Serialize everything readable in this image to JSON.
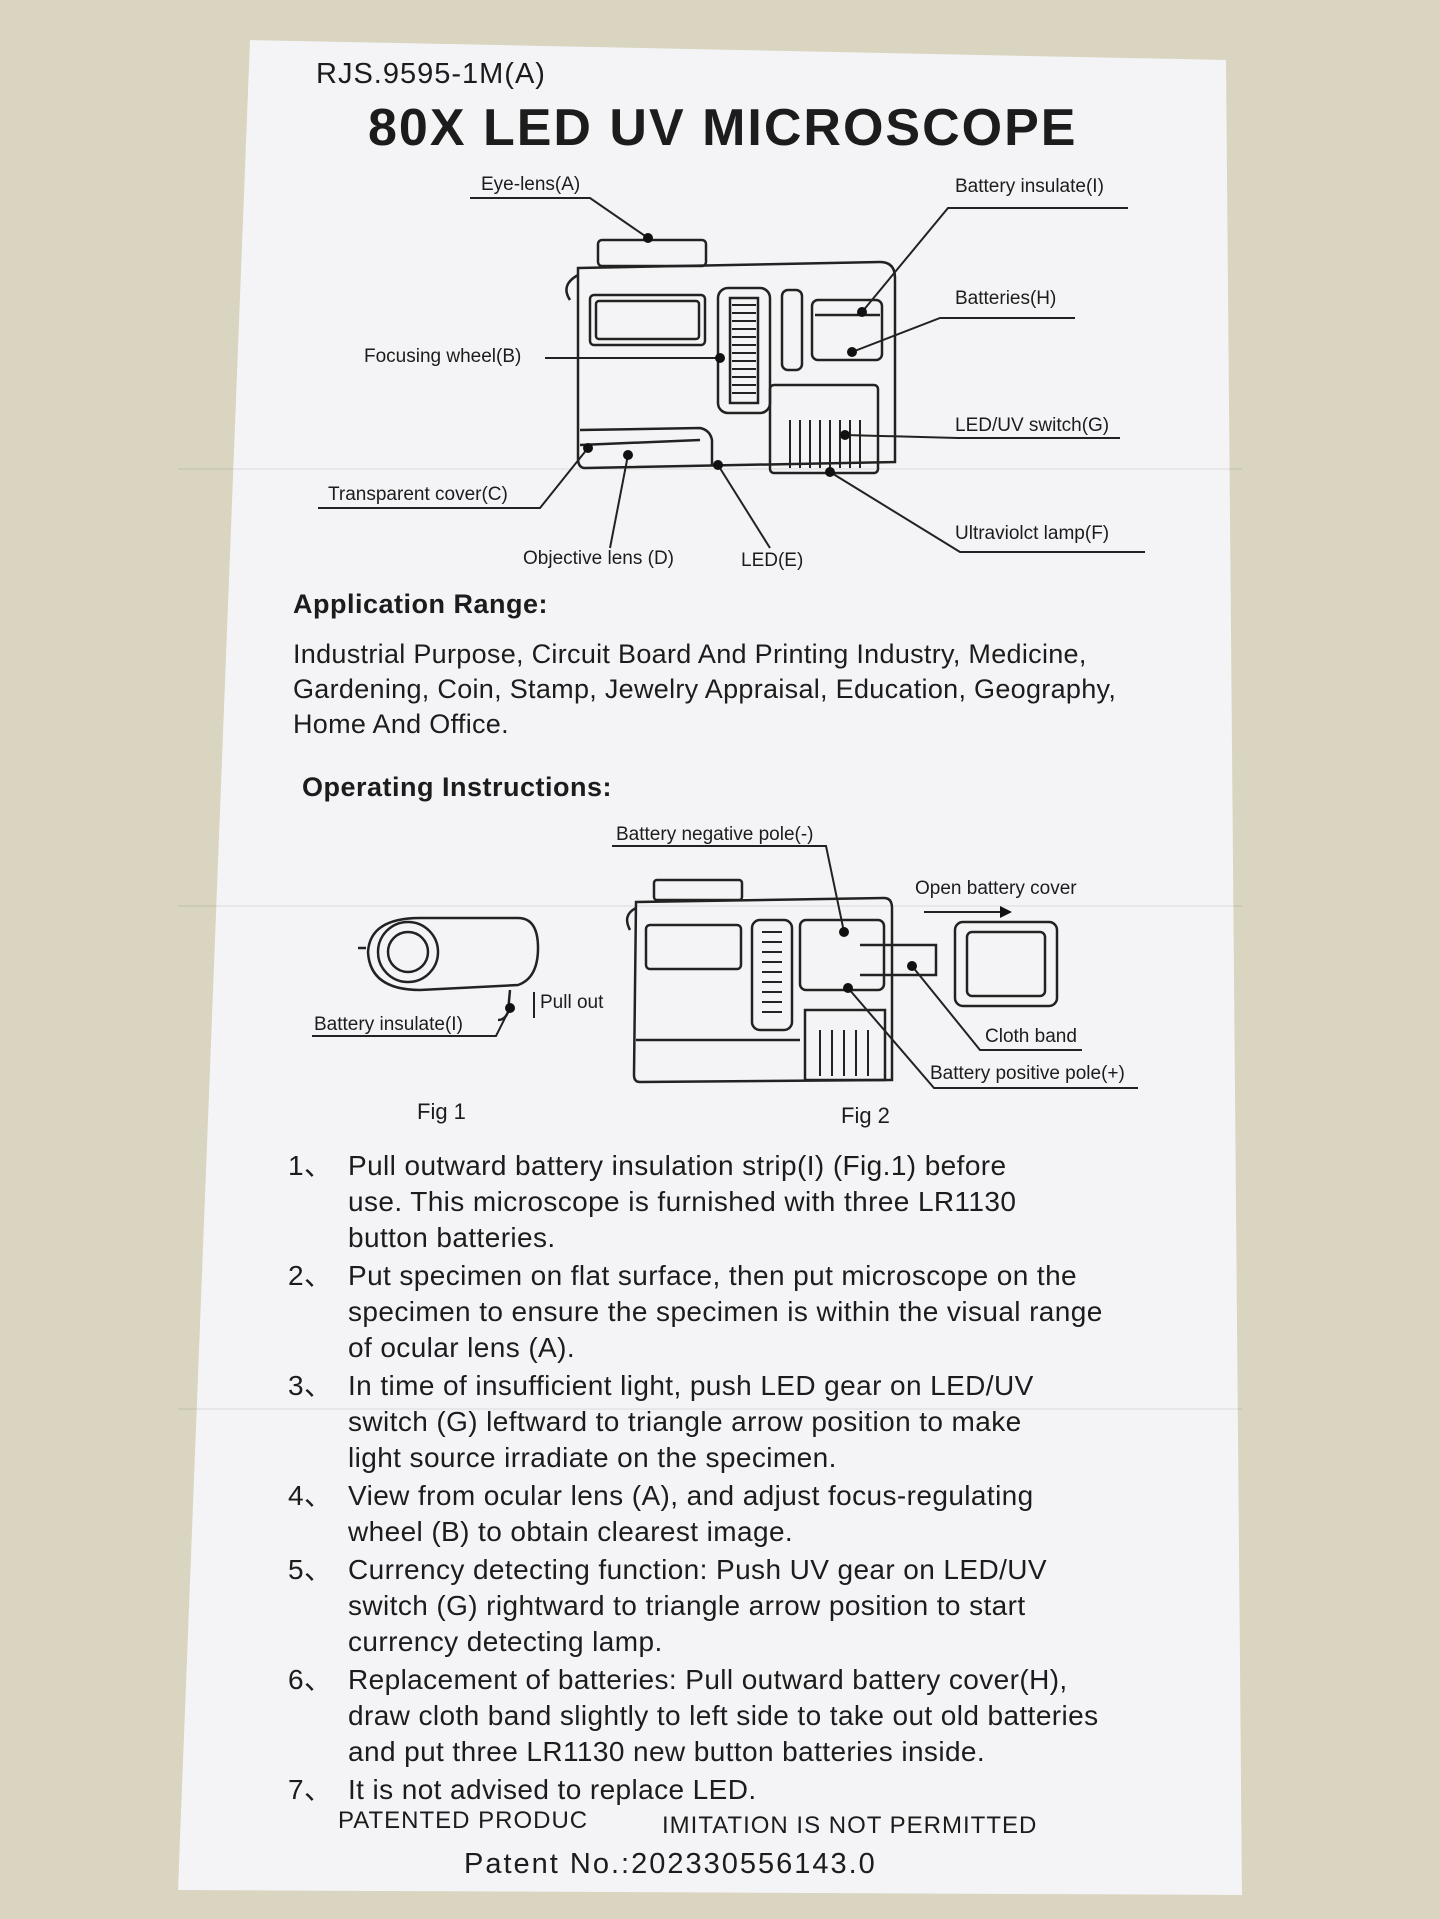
{
  "document": {
    "model": "RJS.9595-1M(A)",
    "title": "80X  LED UV  MICROSCOPE"
  },
  "diagram_top": {
    "labels": {
      "eye_lens": "Eye-lens(A)",
      "focusing_wheel": "Focusing wheel(B)",
      "transparent_cover": "Transparent cover(C)",
      "objective_lens": "Objective lens (D)",
      "led": "LED(E)",
      "uv_lamp": "Ultraviolct lamp(F)",
      "led_uv_switch": "LED/UV switch(G)",
      "batteries": "Batteries(H)",
      "battery_insulate": "Battery insulate(I)"
    }
  },
  "application": {
    "heading": "Application Range:",
    "lines": [
      "Industrial Purpose, Circuit Board And Printing Industry, Medicine,",
      "Gardening, Coin, Stamp, Jewelry Appraisal, Education, Geography,",
      "Home And Office."
    ]
  },
  "operating": {
    "heading": "Operating Instructions:",
    "fig1": {
      "battery_insulate": "Battery insulate(I)",
      "pull_out": "Pull out",
      "caption": "Fig 1"
    },
    "fig2": {
      "negative_pole": "Battery negative pole(-)",
      "open_cover": "Open battery cover",
      "cloth_band": "Cloth band",
      "positive_pole": "Battery positive pole(+)",
      "caption": "Fig 2"
    },
    "steps": [
      {
        "num": "1、",
        "text": [
          "Pull outward battery insulation strip(I) (Fig.1) before",
          "use. This microscope is furnished with three LR1130",
          "button batteries."
        ]
      },
      {
        "num": "2、",
        "text": [
          "Put specimen on flat surface, then put microscope on the",
          "specimen to ensure the specimen is within the visual range",
          "of ocular lens (A)."
        ]
      },
      {
        "num": "3、",
        "text": [
          "In time of insufficient light, push LED gear on LED/UV",
          "switch (G) leftward to triangle arrow position to make",
          "light source irradiate on the specimen."
        ]
      },
      {
        "num": "4、",
        "text": [
          "View from ocular lens (A), and adjust focus-regulating",
          "wheel (B) to obtain clearest image."
        ]
      },
      {
        "num": "5、",
        "text": [
          "Currency detecting function: Push UV gear on LED/UV",
          "switch (G) rightward to triangle arrow position to start",
          "currency detecting lamp."
        ]
      },
      {
        "num": "6、",
        "text": [
          "Replacement of batteries: Pull outward battery cover(H),",
          "draw cloth band slightly to left side to take out old batteries",
          "and put three LR1130 new button batteries inside."
        ]
      },
      {
        "num": "7、",
        "text": [
          "It is not advised to replace LED."
        ]
      }
    ]
  },
  "footer": {
    "patented": "PATENTED PRODUC",
    "imitation": "IMITATION IS NOT PERMITTED",
    "patent_no": "Patent  No.:202330556143.0"
  }
}
